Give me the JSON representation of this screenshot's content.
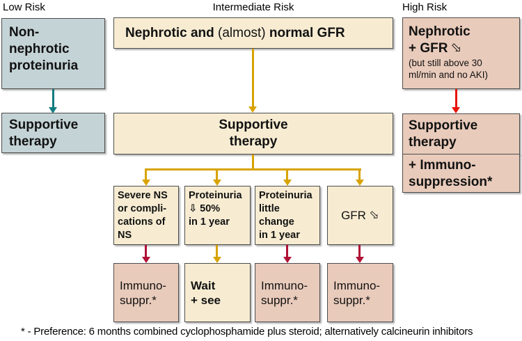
{
  "headers": {
    "low": "Low Risk",
    "intermediate": "Intermediate Risk",
    "high": "High Risk"
  },
  "low_risk": {
    "condition": "Non-\nnephrotic\nproteinuria",
    "therapy": "Supportive\ntherapy"
  },
  "intermediate_risk": {
    "condition_bold1": "Nephrotic and",
    "condition_regular": " (almost) ",
    "condition_bold2": "normal GFR",
    "therapy": "Supportive\ntherapy",
    "branches": [
      {
        "condition": "Severe NS\nor compli-\ncations of\nNS",
        "outcome": "Immuno-\nsuppr.*"
      },
      {
        "condition": "Proteinuria\n⇩ 50%\nin 1 year",
        "outcome": "Wait\n+ see"
      },
      {
        "condition": "Proteinuria\nlittle\nchange\nin 1 year",
        "outcome": "Immuno-\nsuppr.*"
      },
      {
        "condition_label": "GFR",
        "condition_icon": "⇩",
        "outcome": "Immuno-\nsuppr.*"
      }
    ]
  },
  "high_risk": {
    "condition_line1": "Nephrotic",
    "condition_line2": "+ GFR",
    "condition_icon": "⇩",
    "condition_note": "(but still above 30\nml/min and no AKI)",
    "therapy": "Supportive\ntherapy",
    "addition": "+ Immuno-\nsuppression*"
  },
  "footnote": "* - Preference: 6 months combined cyclophosphamide plus steroid; alternatively calcineurin inhibitors",
  "colors": {
    "cream_box": "#f7ecd2",
    "salmon_box": "#e9cbbb",
    "bluegray_box": "#c4d3d6",
    "gold_arrow": "#d8a302",
    "teal_arrow": "#137b81",
    "red_arrow": "#e81309",
    "crimson_arrow": "#b11236",
    "border": "#4d4d4d"
  }
}
